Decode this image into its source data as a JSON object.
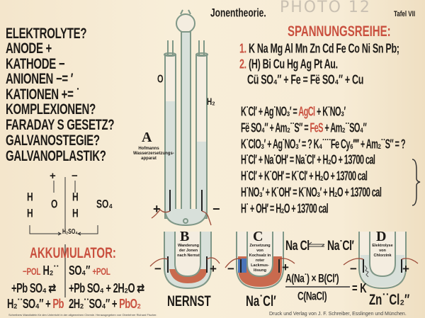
{
  "header": {
    "title": "Jonentheorie.",
    "plate": "Tafel VII"
  },
  "questions": [
    "ELEKTROLYTE?",
    "ANODE +",
    "KATHODE −",
    "ANIONEN −= ′",
    "KATIONEN += ˙",
    "KOMPLEXIONEN?",
    "FARADAY S  GESETZ?",
    "GALVANOSTEGIE?",
    "GALVANOPLASTIK?"
  ],
  "spannungsreihe": {
    "title": "SPANNUNGSREIHE:",
    "row1_num": "1.",
    "row1": "K Na Mg Al Mn Zn Cd Fe Co Ni Sn Pb;",
    "row2_num": "2.",
    "row2": "(H) Bi Cu Hg Ag Pt Au.",
    "row3": "Cü SO₄″ + Fe = Fë SO₄″ + Cu"
  },
  "equations": [
    [
      {
        "t": "K˙Cl′ + Ag˙NO₃′ = "
      },
      {
        "t": "AgCl",
        "red": true
      },
      {
        "t": " + K˙NO₃′"
      }
    ],
    [
      {
        "t": "Fë SO₄″ + Am₂˙˙S″ = "
      },
      {
        "t": "FeS",
        "red": true
      },
      {
        "t": " + Am₂˙˙SO₄″"
      }
    ],
    [
      {
        "t": "K˙ClO₃′ + Ag˙NO₃′ = ?  K₄˙˙˙˙Fe Cy₆′′′′ + Am₂˙˙S″ = ?"
      }
    ],
    [
      {
        "t": "H˙Cl′ + Na˙OH′ = Na˙Cl′ + H₂O + 13700 cal"
      }
    ],
    [
      {
        "t": "H˙Cl′ + K˙OH′ = K˙Cl′ + H₂O + 13700 cal"
      }
    ],
    [
      {
        "t": "H˙NO₃′ + K˙OH′ = K˙NO₃′ + H₂O + 13700 cal"
      }
    ],
    [
      {
        "t": "H˙ + OH′ = H₂O + 13700 cal"
      }
    ]
  ],
  "apparatus_a": {
    "letter": "A",
    "caption": "Hofmanns Wasserzersetzungs-apparat",
    "gas_left": "O",
    "gas_right": "H₂",
    "plus": "+",
    "minus": "−"
  },
  "water_diagram": {
    "plus": "+",
    "minus": "−",
    "h_left_1": "H",
    "h_left_2": "H",
    "o": "O",
    "h_right_1": "H",
    "h_right_2": "H",
    "so4": "SO₄",
    "product": "H₂SO₄"
  },
  "akkumulator": {
    "title": "AKKUMULATOR:",
    "neg_pol": "−POL",
    "h2": "H₂˙˙",
    "so4": "SO₄″",
    "pos_pol": "+POL",
    "line2_left": "+Pb SO₄ ⇄",
    "line2_right": "+Pb SO₄ + 2H₂O ⇄",
    "line3_left_a": "H₂˙˙SO₄″ + ",
    "line3_left_b": "Pb",
    "line3_right_a": "2H₂˙˙SO₄″ + ",
    "line3_right_b": "PbO₂"
  },
  "tube_b": {
    "letter": "B",
    "caption": "Wanderung der Jonen nach Nernst",
    "label": "NERNST",
    "minus": "−",
    "plus": "+"
  },
  "tube_c": {
    "letter": "C",
    "caption": "Zersetzung von Kochsalz in roter Lackmus-lösung",
    "label": "Na˙Cl′",
    "minus": "−",
    "plus": "+"
  },
  "tube_d": {
    "letter": "D",
    "caption": "Elektrolyse von Chlorzink",
    "label": "Zn˙˙Cl₂′′",
    "minus": "−",
    "plus": "+"
  },
  "equilibrium": {
    "left": "Na Cl",
    "right": "Na˙Cl′",
    "numerator": "A(Na˙) × B(Cl′)",
    "denominator": "C(NaCl)",
    "constant": "= K"
  },
  "footer": {
    "left": "Schreibers Wandtafeln für den Unterricht in der allgemeinen Chemie.   Herausgegeben von Oberlehrer Richard Fischer.",
    "right": "Druck und Verlag von J. F. Schreiber, Esslingen und München."
  },
  "watermark": "PHOTO 12",
  "colors": {
    "red": "#c9503f",
    "ink": "#1d1a17",
    "paper": "#f6ead3",
    "glass": "#8ea594",
    "solution": "#d8e0da",
    "red_solution": "#c96a4e",
    "blue": "#4a74b8"
  }
}
